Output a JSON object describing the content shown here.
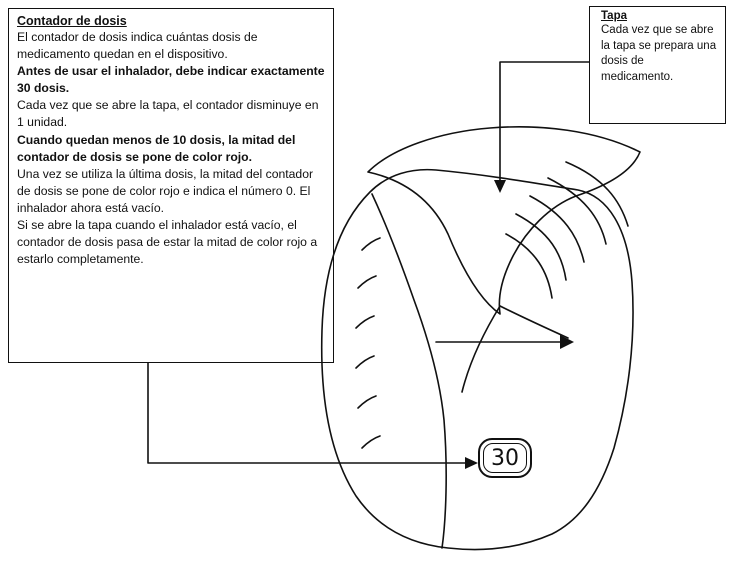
{
  "counter_box": {
    "title": "Contador de dosis",
    "paragraphs": [
      {
        "text": "El contador de dosis indica cuántas dosis de medicamento quedan en el dispositivo.",
        "bold": false
      },
      {
        "text": "Antes de usar el inhalador, debe indicar exactamente 30 dosis.",
        "bold": true
      },
      {
        "text": "Cada vez que se abre la tapa, el contador disminuye en 1 unidad.",
        "bold": false
      },
      {
        "text": "Cuando quedan menos de 10 dosis, la mitad del contador de dosis se pone de color rojo.",
        "bold": true
      },
      {
        "text": "Una vez se utiliza la última dosis, la mitad del contador de dosis se pone de color rojo e indica el número 0. El inhalador ahora está vacío.",
        "bold": false
      },
      {
        "text": "Si se abre la tapa cuando el inhalador está vacío, el contador de dosis pasa de estar la mitad de color rojo a estarlo completamente.",
        "bold": false
      }
    ]
  },
  "lid_box": {
    "title": "Tapa",
    "paragraphs": [
      {
        "text": "Cada vez que se abre la tapa se prepara una dosis de medicamento.",
        "bold": false
      }
    ]
  },
  "counter_value": "30",
  "colors": {
    "line": "#111111",
    "background": "#ffffff"
  }
}
